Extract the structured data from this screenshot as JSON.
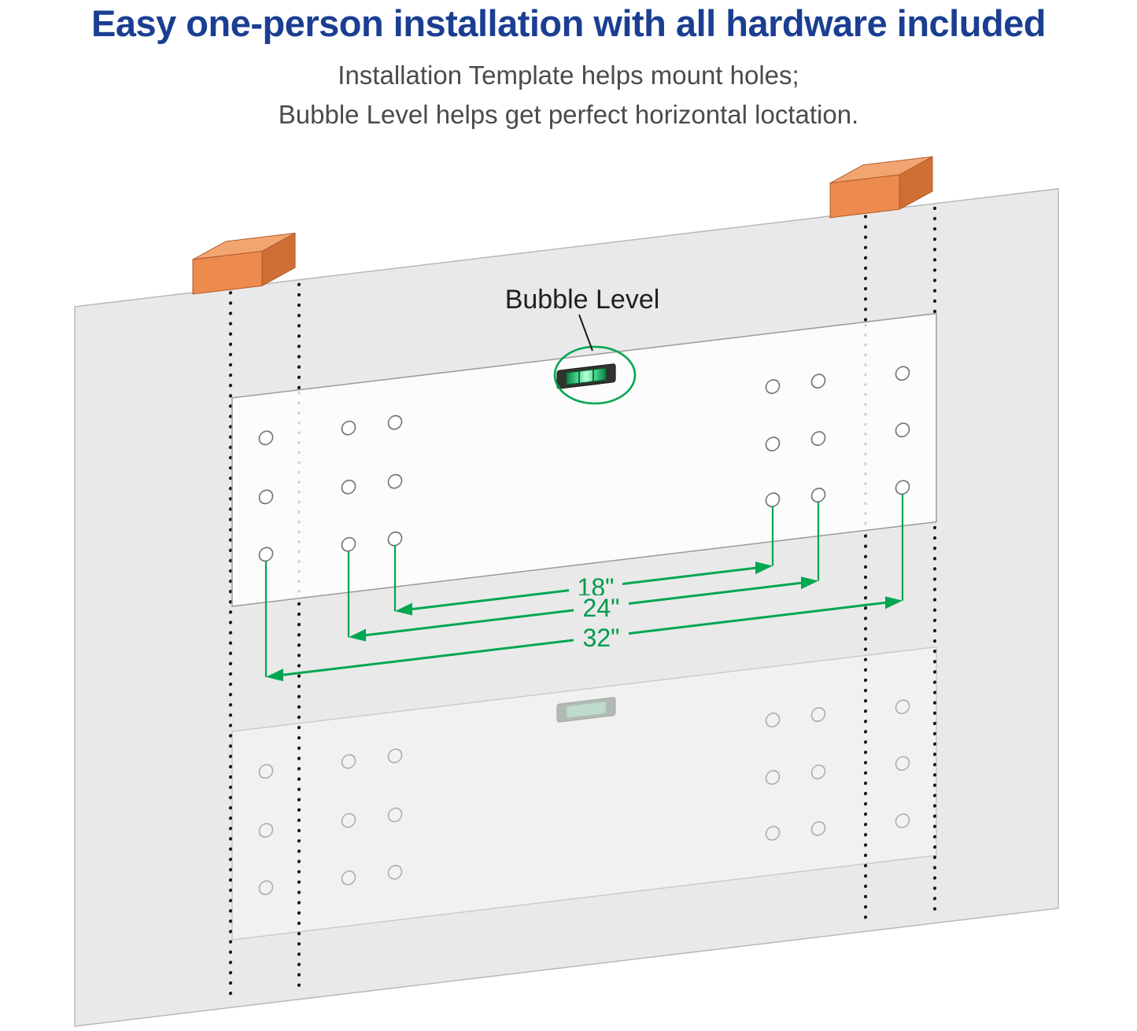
{
  "header": {
    "title": "Easy one-person installation with all hardware included",
    "subtitle_line1": "Installation Template helps mount holes;",
    "subtitle_line2": "Bubble Level helps get perfect horizontal loctation."
  },
  "diagram": {
    "bubble_level_label": "Bubble Level",
    "dimensions": {
      "d18": "18\"",
      "d24": "24\"",
      "d32": "32\""
    },
    "colors": {
      "title_blue": "#1A3E91",
      "subtitle_gray": "#4B4B4B",
      "accent_green": "#00A651",
      "wall_gray": "#E9E9E9",
      "stud_orange_front": "#ED8A4E",
      "stud_orange_top": "#F3A571",
      "stud_orange_side": "#D06F35",
      "plate_white": "#FCFCFC"
    }
  }
}
